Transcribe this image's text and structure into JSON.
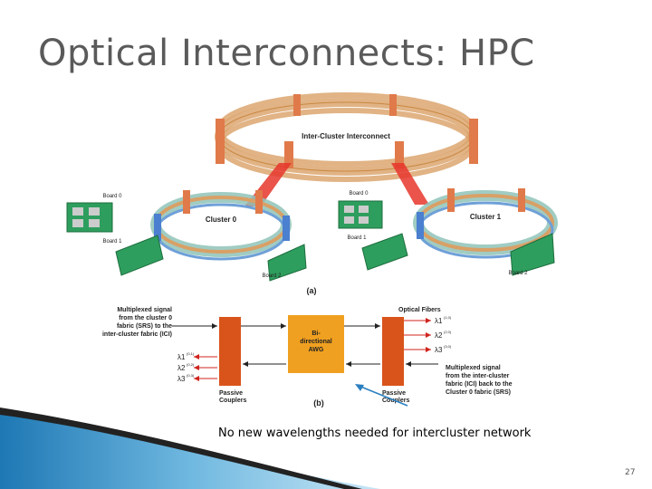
{
  "slide": {
    "title": "Optical Interconnects: HPC",
    "caption": "No new wavelengths needed for intercluster network",
    "page_number": "27"
  },
  "diagram_a": {
    "ring_label": "Inter-Cluster Interconnect",
    "cluster0_label": "Cluster 0",
    "cluster1_label": "Cluster 1",
    "board_labels": [
      "Board 0",
      "Board 1",
      "Board 2",
      "Board 0",
      "Board 1",
      "Board 2"
    ],
    "panel_label": "(a)"
  },
  "diagram_b": {
    "panel_label": "(b)",
    "left_text": [
      "Multiplexed signal",
      "from the cluster 0",
      "fabric (SRS) to the",
      "inter-cluster fabric (ICI)"
    ],
    "awg_text": [
      "Bi-",
      "directional",
      "AWG"
    ],
    "optical_fibers_label": "Optical Fibers",
    "right_text": [
      "Multiplexed signal",
      "from the inter-cluster",
      "fabric (ICI) back to the",
      "Cluster 0 fabric (SRS)"
    ],
    "passive_couplers_left": [
      "Passive",
      "Couplers"
    ],
    "passive_couplers_right": [
      "Passive",
      "Couplers"
    ],
    "lambda_in": [
      "λ1",
      "λ2",
      "λ3"
    ],
    "lambda_in_sup": [
      "(0,1)",
      "(0,2)",
      "(0,3)"
    ],
    "lambda_out": [
      "λ1",
      "λ2",
      "λ3"
    ],
    "lambda_out_sup": [
      "(1,0)",
      "(2,0)",
      "(3,0)"
    ]
  },
  "colors": {
    "title": "#5a5a5a",
    "coupler": "#d9541a",
    "awg": "#f0a020",
    "arrow_red": "#d0241e",
    "accent_blue": "#2a7fbf",
    "ring_orange": "#d9a066"
  }
}
